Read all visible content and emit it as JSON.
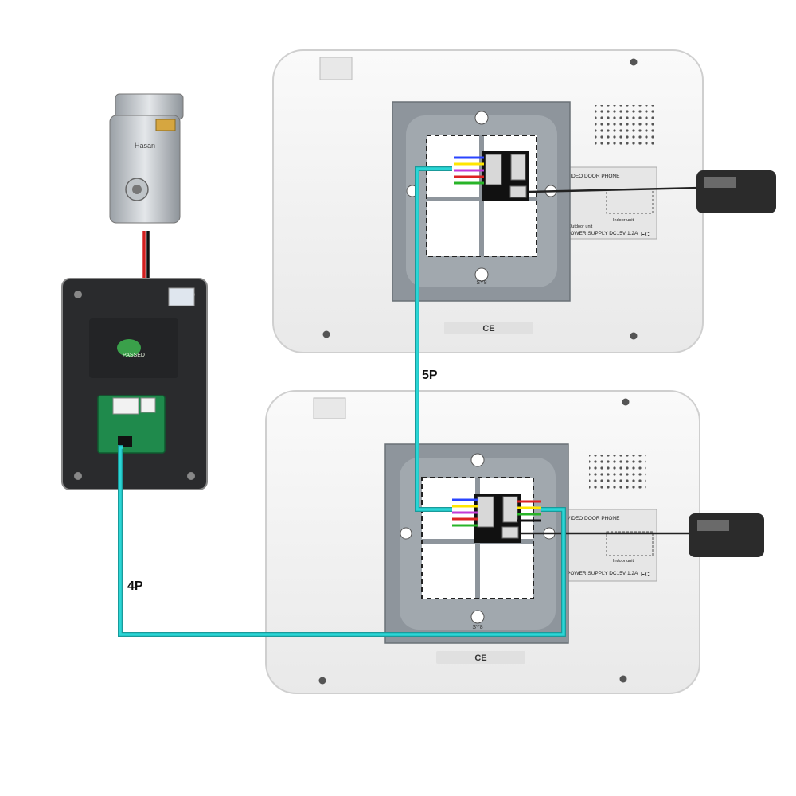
{
  "labels": {
    "cable_5p": "5P",
    "cable_4p": "4P"
  },
  "monitor_label": {
    "line1": "VIDEO DOOR PHONE",
    "line2": "POWER SUPPLY DC15V 1.2A",
    "line3": "Indoor unit",
    "line4": "Outdoor unit",
    "badge": "FC"
  },
  "bracket_mark": "SY8",
  "cert_marks": "CE",
  "camera_badge": "PASSED",
  "lock_brand": "Hasan",
  "colors": {
    "cable": "#2ad6d6",
    "cable_edge": "#1a9a9a",
    "lock_wire_red": "#d22020",
    "lock_wire_black": "#111111",
    "monitor_body": "#f3f3f3",
    "bracket": "#8e959c",
    "camera_body": "#2a2b2d",
    "pcb": "#1f8a4c",
    "adapter": "#2b2b2b"
  }
}
